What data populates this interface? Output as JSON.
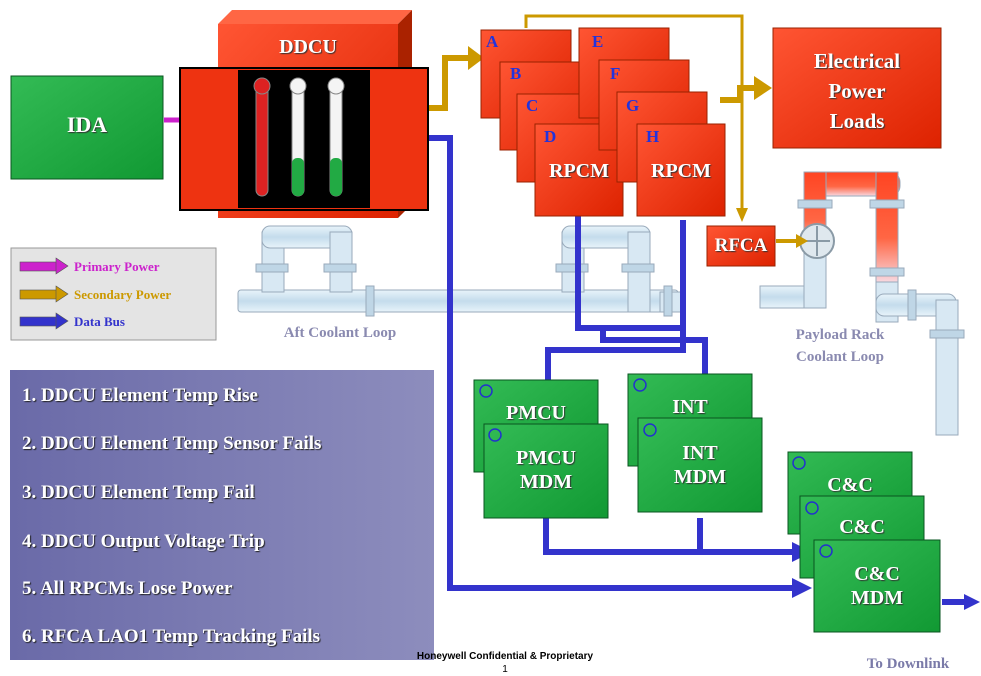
{
  "ida": {
    "label": "IDA"
  },
  "ddcu": {
    "label": "DDCU"
  },
  "rpcm": {
    "letters": [
      "A",
      "B",
      "C",
      "D",
      "E",
      "F",
      "G",
      "H"
    ],
    "front_labels": [
      "RPCM",
      "RPCM"
    ]
  },
  "electrical_loads": {
    "line1": "Electrical",
    "line2": "Power",
    "line3": "Loads"
  },
  "rfca": {
    "label": "RFCA"
  },
  "legend": {
    "items": [
      {
        "label": "Primary Power",
        "color": "#cc22cc"
      },
      {
        "label": "Secondary Power",
        "color": "#cc9900"
      },
      {
        "label": "Data Bus",
        "color": "#3333cc"
      }
    ]
  },
  "coolant": {
    "aft_label": "Aft Coolant Loop",
    "payload_line1": "Payload Rack",
    "payload_line2": "Coolant Loop"
  },
  "issues": [
    "1. DDCU Element Temp Rise",
    "2. DDCU Element Temp Sensor Fails",
    "3. DDCU Element Temp Fail",
    "4. DDCU Output Voltage Trip",
    "5. All RPCMs Lose Power",
    "6. RFCA LAO1 Temp Tracking Fails"
  ],
  "mdm": {
    "pmcu_back": "PMCU",
    "pmcu_line1": "PMCU",
    "pmcu_line2": "MDM",
    "int_back": "INT",
    "int_line1": "INT",
    "int_line2": "MDM",
    "cc_back1": "C&C",
    "cc_back2": "C&C",
    "cc_line1": "C&C",
    "cc_line2": "MDM"
  },
  "footer": {
    "confidential": "Honeywell Confidential & Proprietary",
    "page": "1",
    "downlink": "To Downlink"
  },
  "colors": {
    "green": "#22aa44",
    "red": "#ee3311",
    "blue": "#3333cc",
    "gold": "#cc9900",
    "magenta": "#cc22cc",
    "pipe": "#cfe3f0"
  }
}
